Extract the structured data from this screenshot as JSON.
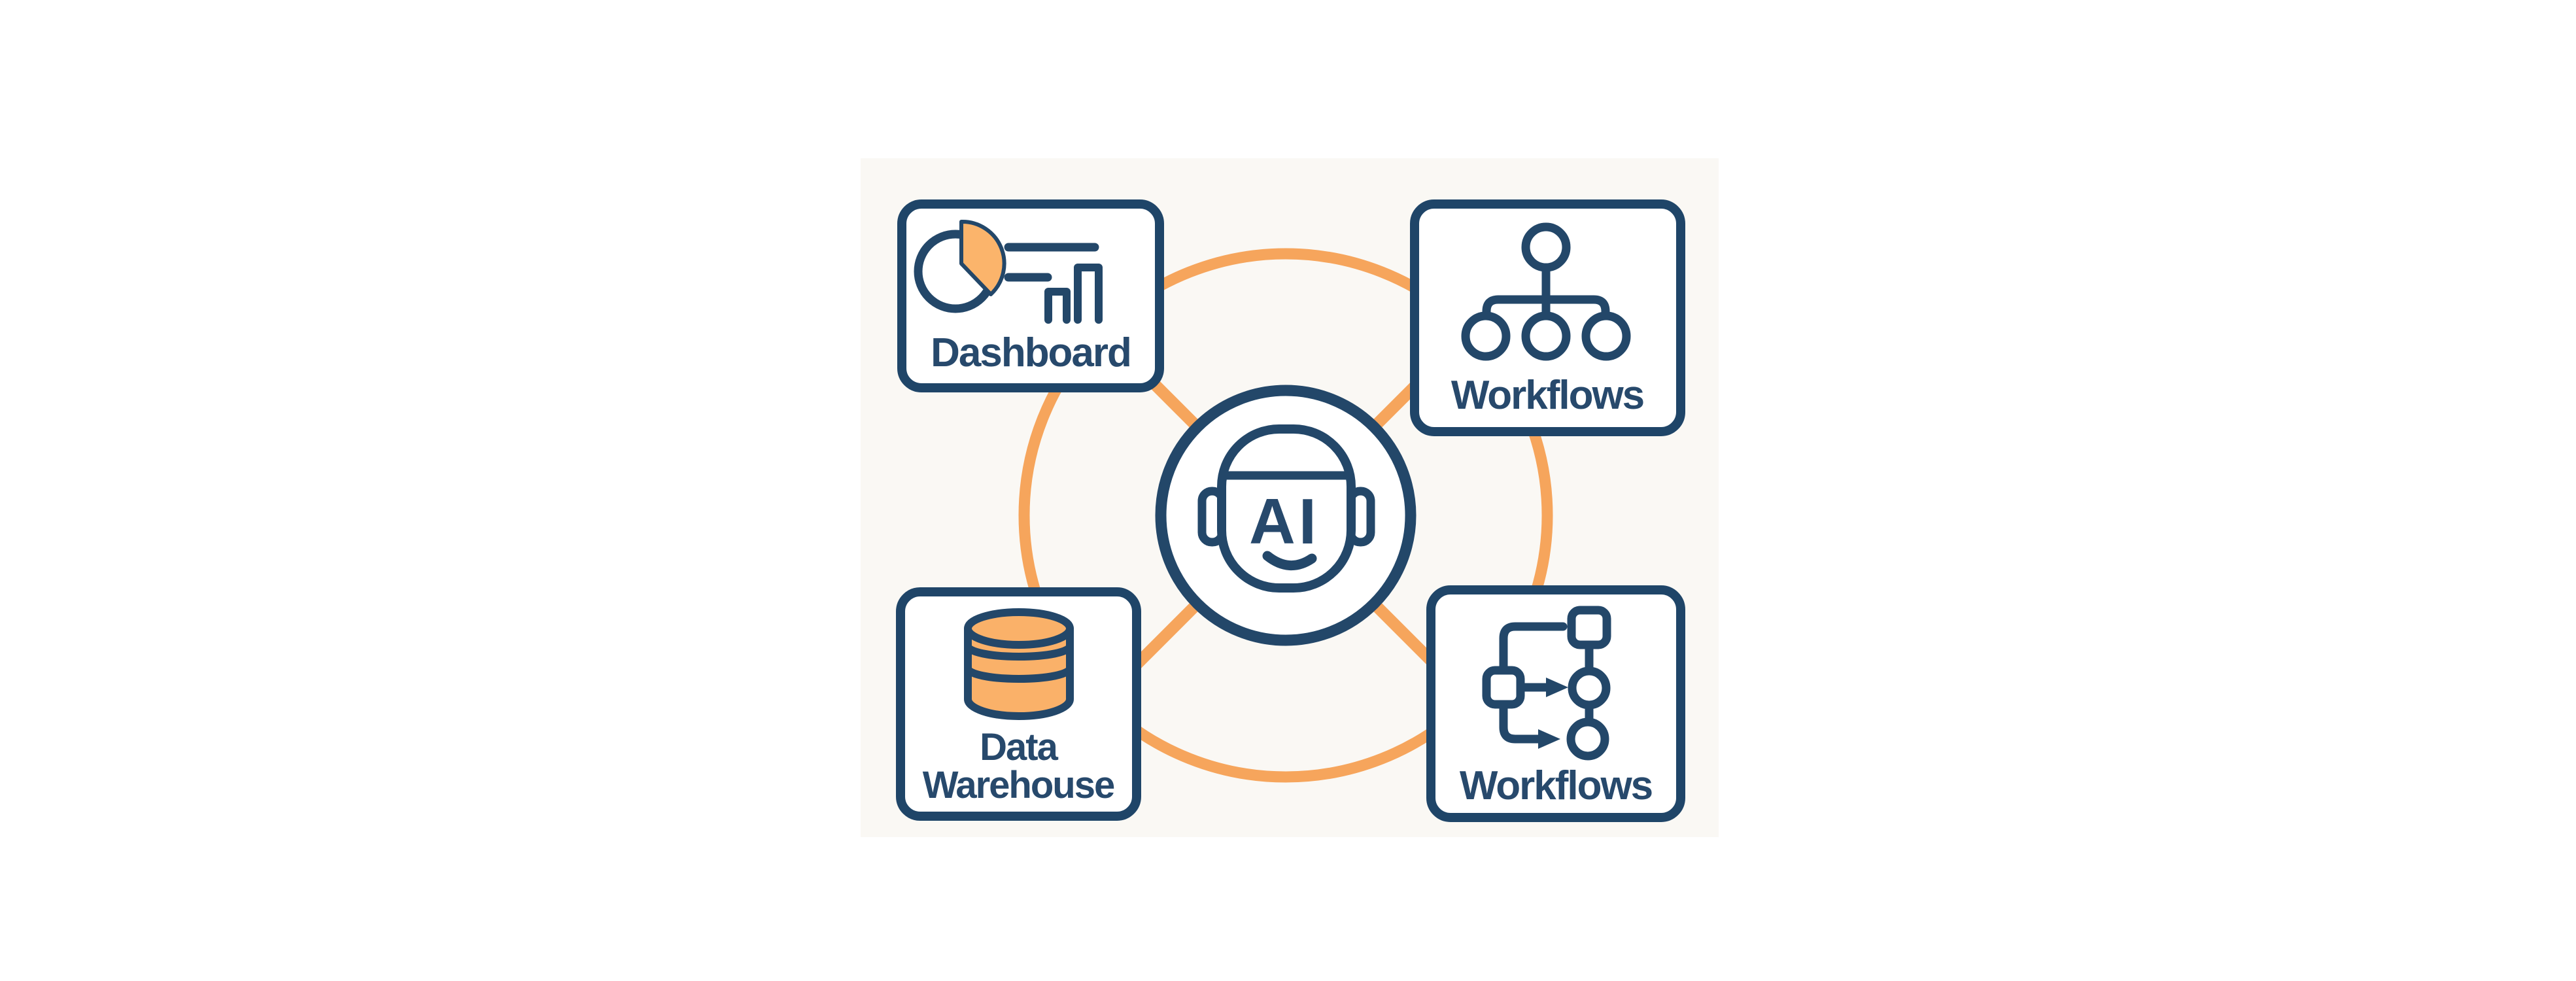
{
  "diagram": {
    "hub": {
      "label": "AI",
      "icon": "robot-face-icon"
    },
    "nodes": [
      {
        "id": "dashboard",
        "label": "Dashboard",
        "icon": "dashboard-chart-icon"
      },
      {
        "id": "workflows-top",
        "label": "Workflows",
        "icon": "org-tree-icon"
      },
      {
        "id": "data-warehouse",
        "label": "Data Warehouse",
        "lines": [
          "Data",
          "Warehouse"
        ],
        "icon": "database-icon"
      },
      {
        "id": "workflows-bottom",
        "label": "Workflows",
        "icon": "flowchart-icon"
      }
    ],
    "colors": {
      "navy_ink": "#234769",
      "card_border": "#1F4568",
      "card_fill": "#FFFFFF",
      "orange_ring": "#F6A55C",
      "orange_fill": "#FAB169",
      "pie_slice_fill": "#FBB46B",
      "illustration_background": "#FAF8F4",
      "page_background": "#FFFFFF"
    }
  }
}
